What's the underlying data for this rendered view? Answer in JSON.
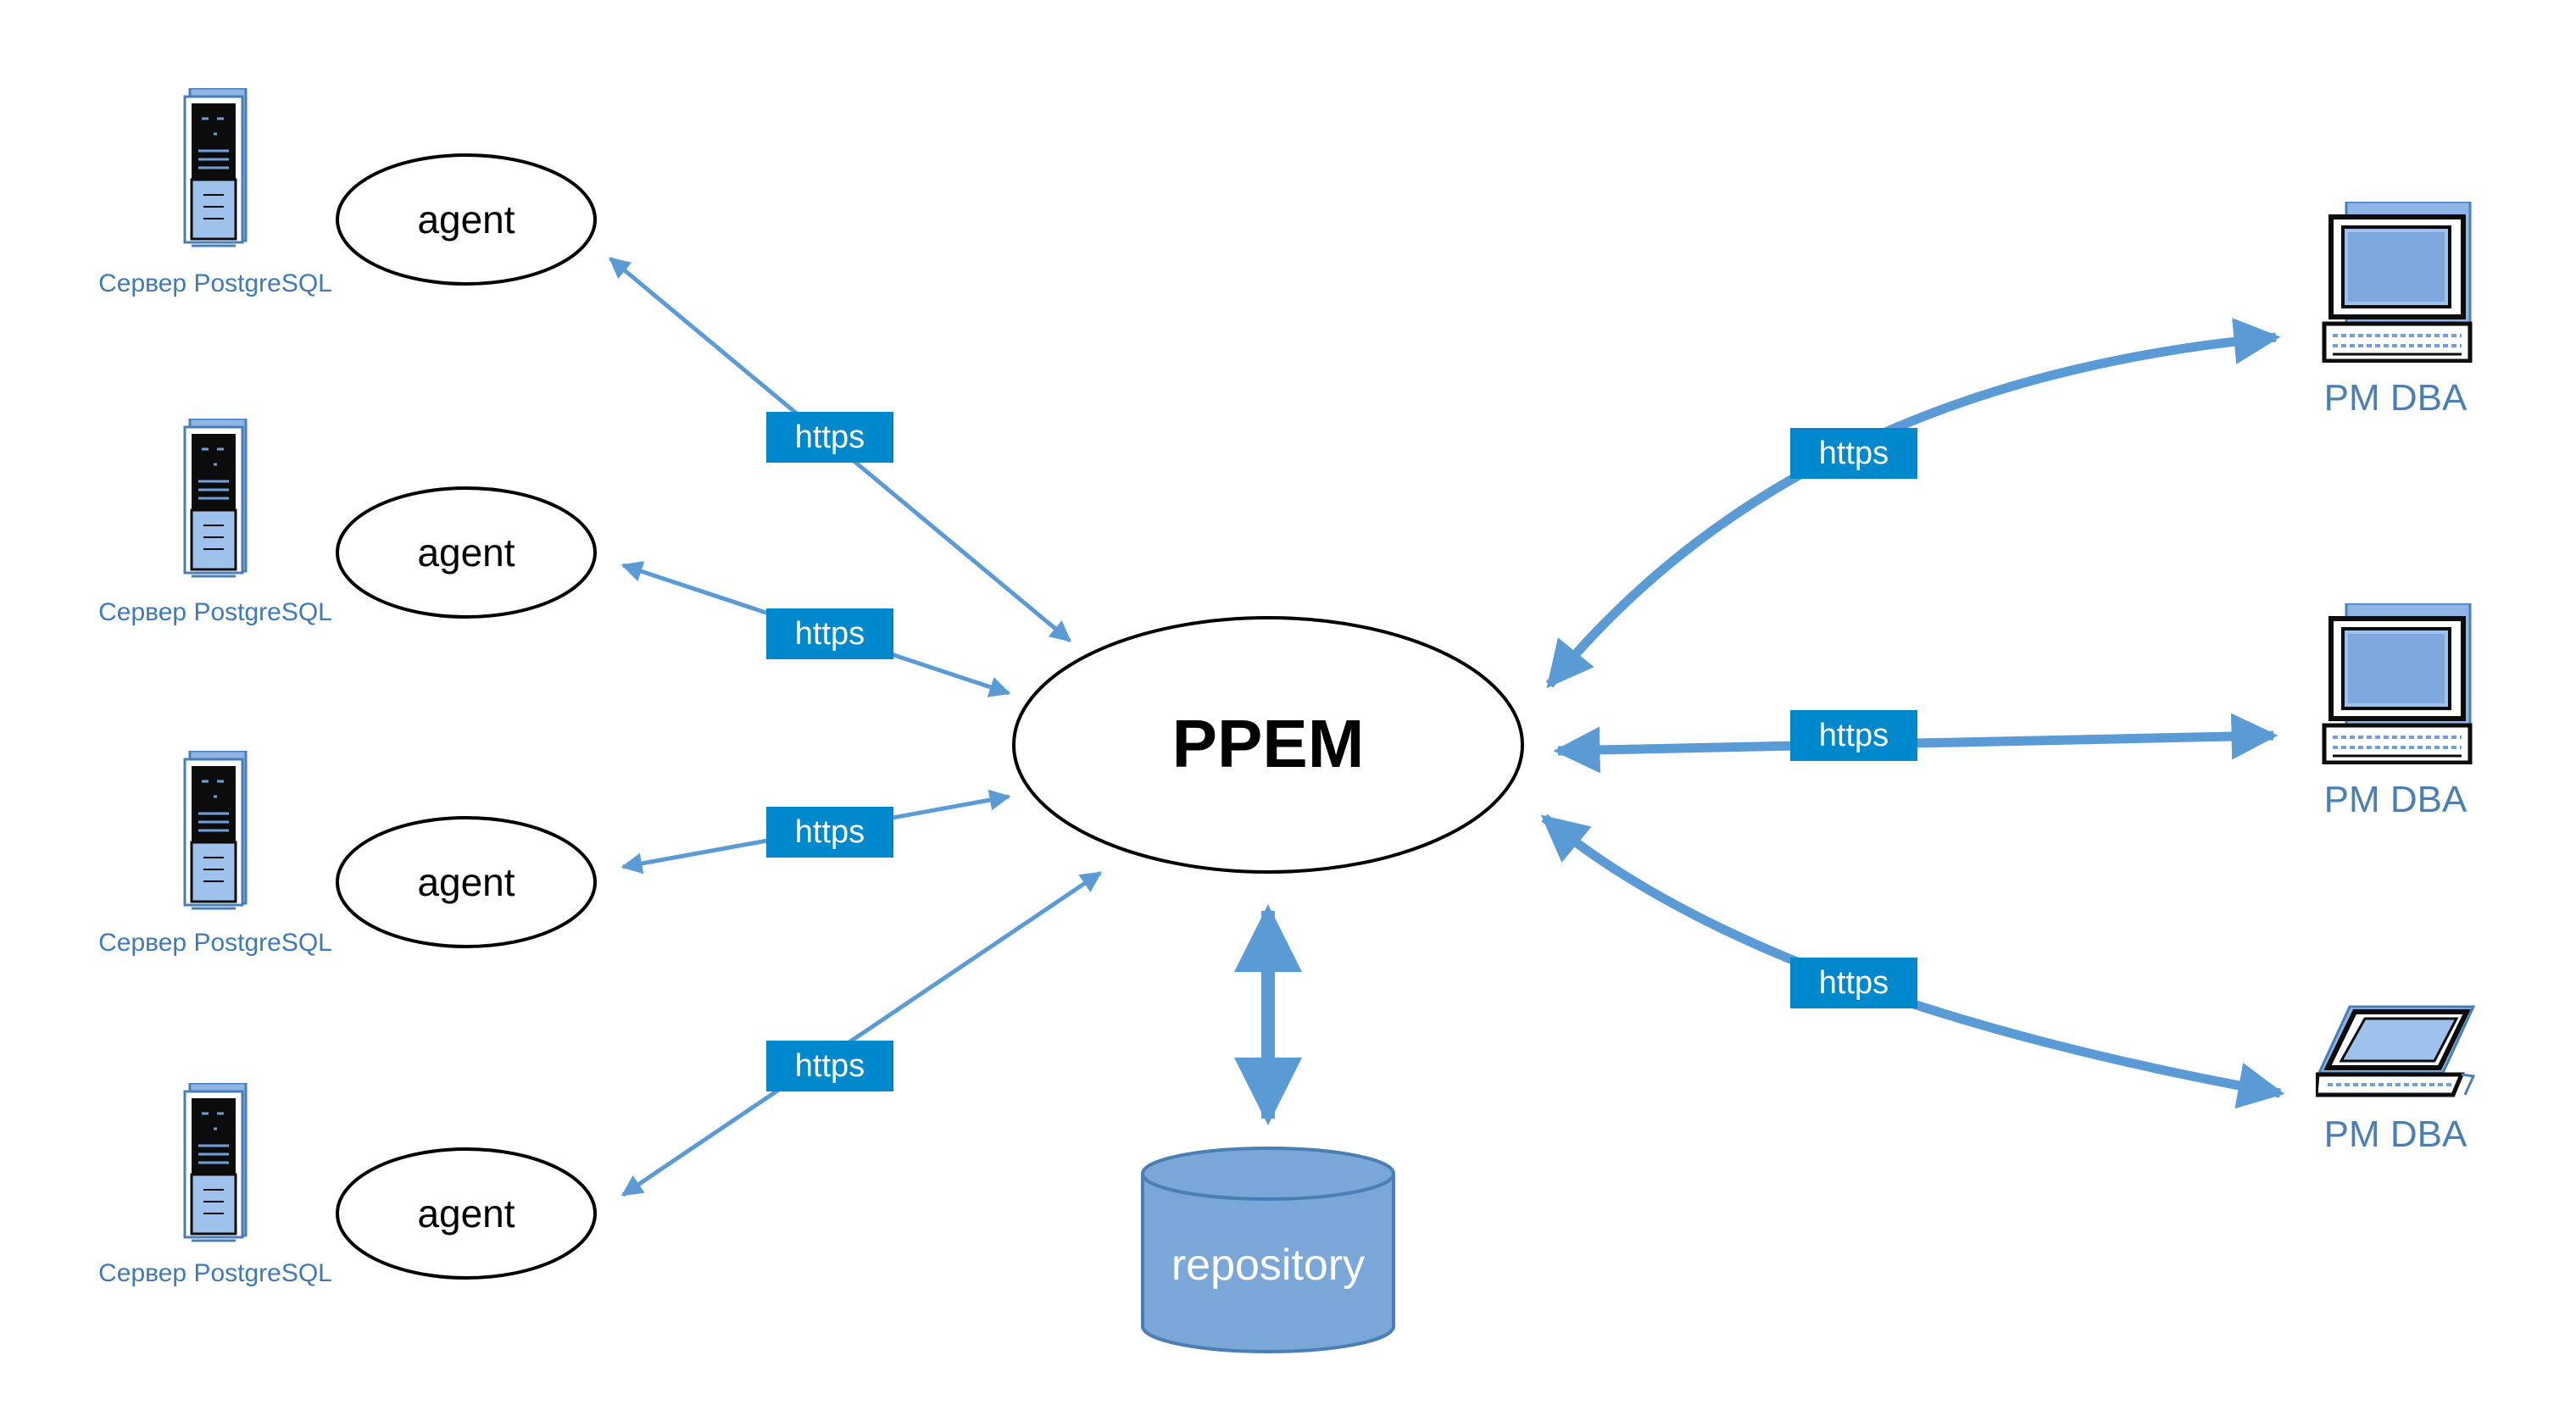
{
  "center": {
    "label": "PPEM"
  },
  "agents": [
    {
      "label": "agent",
      "server_label": "Сервер PostgreSQL"
    },
    {
      "label": "agent",
      "server_label": "Сервер PostgreSQL"
    },
    {
      "label": "agent",
      "server_label": "Сервер PostgreSQL"
    },
    {
      "label": "agent",
      "server_label": "Сервер PostgreSQL"
    }
  ],
  "repository": {
    "label": "repository"
  },
  "clients": [
    {
      "label": "PM DBA",
      "icon": "desktop-computer-icon"
    },
    {
      "label": "PM DBA",
      "icon": "desktop-computer-icon"
    },
    {
      "label": "PM DBA",
      "icon": "laptop-icon"
    }
  ],
  "connections": {
    "agent_links": [
      "https",
      "https",
      "https",
      "https"
    ],
    "client_links": [
      "https",
      "https",
      "https"
    ]
  },
  "colors": {
    "arrow": "#5b9bd5",
    "https_badge": "#0088cc",
    "repository_fill": "#7aa6d8",
    "repository_stroke": "#4a7fb5",
    "icon_blue": "#6fa0dc"
  }
}
